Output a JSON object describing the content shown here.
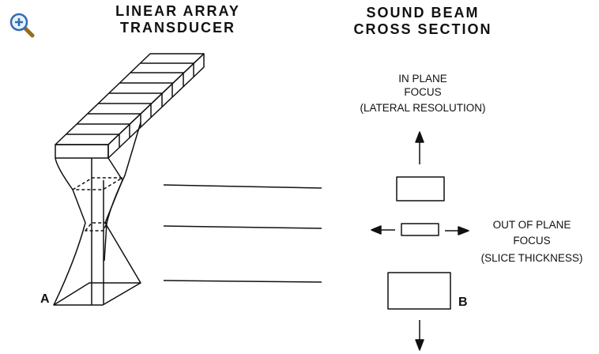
{
  "left_heading": [
    "LINEAR ARRAY",
    "TRANSDUCER"
  ],
  "right_heading": [
    "SOUND BEAM",
    "CROSS SECTION"
  ],
  "in_plane_label": [
    "IN PLANE",
    "FOCUS",
    "(LATERAL RESOLUTION)"
  ],
  "out_of_plane_label": [
    "OUT OF PLANE",
    "FOCUS",
    "(SLICE THICKNESS)"
  ],
  "point_a": "A",
  "point_b": "B",
  "icons": {
    "zoom": "zoom-in-magnifier-icon"
  },
  "colors": {
    "line": "#111111",
    "zoom_ring": "#2f6db5",
    "zoom_handle": "#9a6a1f"
  }
}
